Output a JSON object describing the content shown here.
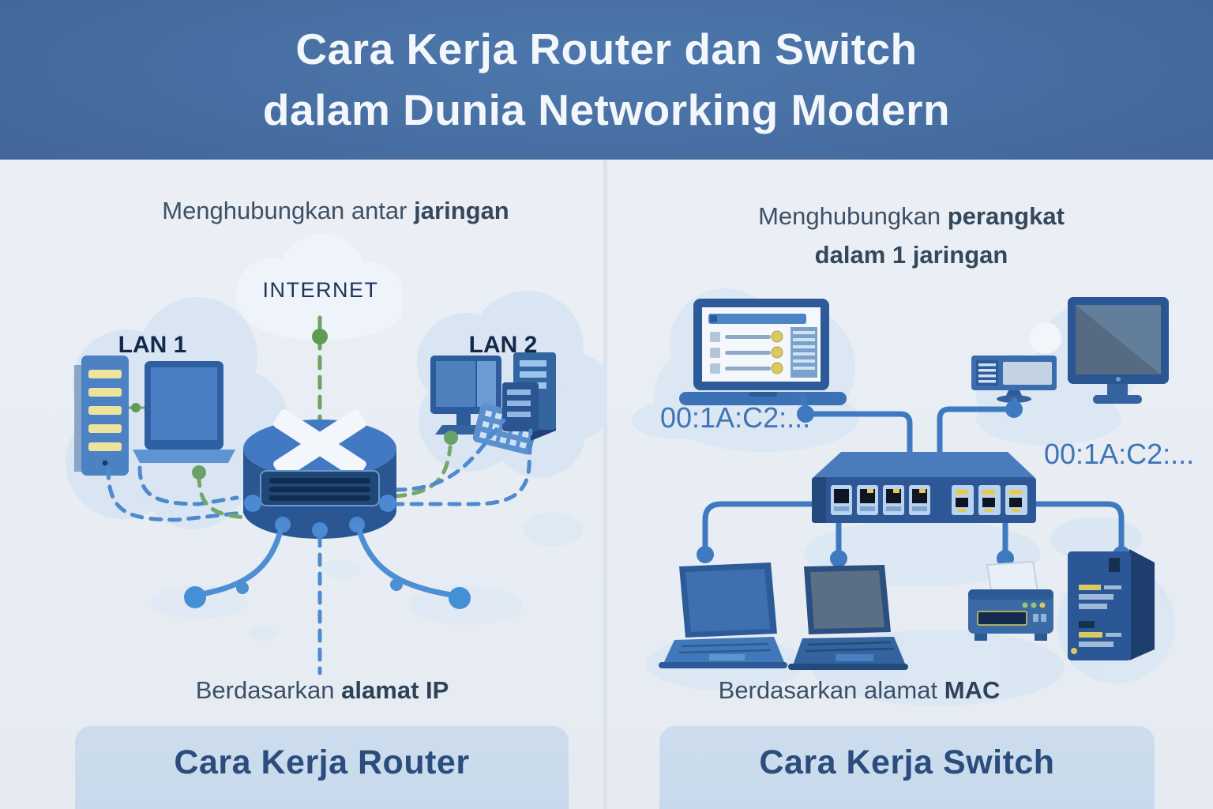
{
  "title": {
    "line1": "Cara Kerja Router dan Switch",
    "line2": "dalam Dunia Networking Modern"
  },
  "left": {
    "heading_normal": "Menghubungkan antar",
    "heading_bold": "jaringan",
    "internet_label": "INTERNET",
    "lan1_label": "LAN 1",
    "lan2_label": "LAN 2",
    "caption_normal": "Berdasarkan",
    "caption_bold": "alamat IP",
    "card_label": "Cara Kerja Router"
  },
  "right": {
    "heading_line1_normal": "Menghubungkan",
    "heading_line1_bold": "perangkat",
    "heading_line2_bold": "dalam 1 jaringan",
    "mac_label_left": "00:1A:C2:...",
    "mac_label_right": "00:1A:C2:...",
    "caption_normal": "Berdasarkan alamat",
    "caption_bold": "MAC",
    "card_label": "Cara Kerja Switch"
  },
  "icons": {
    "router": "blue-cylinder-with-white-cross",
    "switch": "blue-box-with-ethernet-ports",
    "internet": "cloud",
    "lan1": "cloud-with-server-and-laptop",
    "lan2": "cloud-with-monitor-keypad-servers",
    "right_top_devices": "laptop-ui, mini-pc, desktop-monitor",
    "right_bottom_devices": "laptop, laptop, printer, server-tower"
  },
  "colors": {
    "banner_blue": "#426699",
    "background": "#e8edf4",
    "router_switch_blue": "#2d5796",
    "solid_line_blue": "#4389cf",
    "dashed_line_blue": "#4e8bcd",
    "dashed_line_green": "#74a768",
    "mac_text_blue": "#3f74b7",
    "card_bg": "#c7d9eb",
    "card_text": "#2b4d7e",
    "heading_text": "#3c5166",
    "title_text": "#f3f7fb",
    "led_yellow": "#e6c94e"
  }
}
